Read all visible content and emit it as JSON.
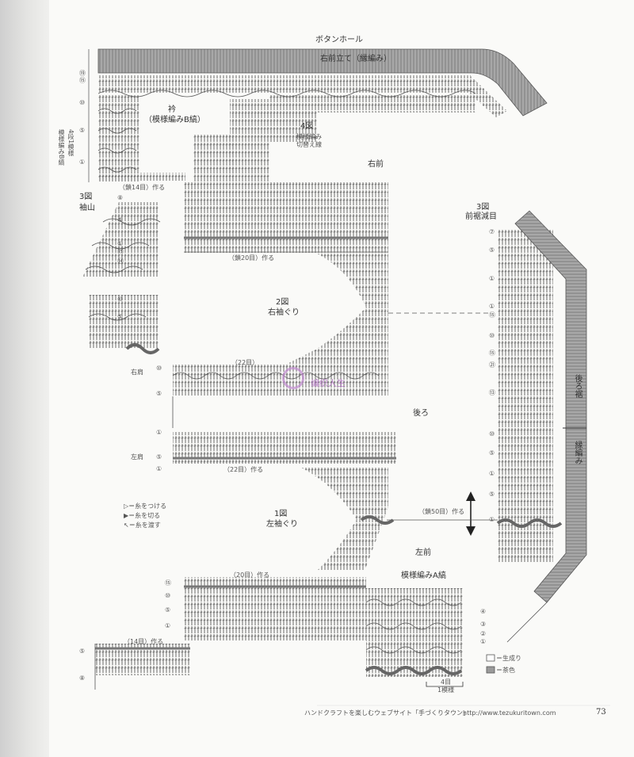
{
  "labels": {
    "buttonhole": "ボタンホール",
    "right_front_band": "右前立て（縁編み）",
    "collar": "衿",
    "collar_pattern": "（模様編みB縞）",
    "fig4": "4図",
    "fig4_note1": "模様編み",
    "fig4_note2": "切替え線",
    "right_front": "右前",
    "side_note_1": "4段1模様",
    "side_note_2": "模様編みB縞",
    "fig3_sleeve": "3図",
    "sleeve_cap": "袖山",
    "chain14_top": "（鎖14目）作る",
    "fig3_hem": "3図",
    "front_hem_dec": "前裾減目",
    "chain20": "（鎖20目）作る",
    "fig2": "2図",
    "right_armhole": "右袖ぐり",
    "right_shoulder": "右肩",
    "st22_top": "（22目）",
    "back": "後ろ",
    "back_hem": "後ろ裾",
    "edging": "縁編み",
    "left_shoulder": "左肩",
    "st22_make": "（22目）作る",
    "fig1": "1図",
    "left_armhole": "左袖ぐり",
    "chain50": "（鎖50目）作る",
    "left_front": "左前",
    "left_front_pattern": "模様編みA縞",
    "st20_make": "（20目）作る",
    "st14_make": "（14目）作る",
    "repeat_note_1": "4目",
    "repeat_note_2": "1模様",
    "watermark": "编织人生"
  },
  "legend_symbols": [
    {
      "glyph": "▷",
      "text": "＝糸をつける"
    },
    {
      "glyph": "▶",
      "text": "＝糸を切る"
    },
    {
      "glyph": "↖",
      "text": "＝糸を渡す"
    }
  ],
  "color_key": [
    {
      "label": "＝生成り",
      "color": "#ffffff"
    },
    {
      "label": "＝茶色",
      "color": "#9a9a9a"
    }
  ],
  "footer": {
    "site": "ハンドクラフトを楽しむウェブサイト「手づくりタウン」",
    "url": "http://www.tezukuritown.com",
    "page_number": "73"
  },
  "row_markers": {
    "collar_rows": [
      "⑲",
      "⑮",
      "⑩",
      "⑤",
      "①"
    ],
    "sleeve_rows": [
      "⑧",
      "⑤",
      "①",
      "⑮",
      "⑭",
      "⑩",
      "⑤"
    ],
    "back_left_rows": [
      "⑩",
      "⑤",
      "①",
      "⑤",
      "①"
    ],
    "back_right_rows": [
      "⑦",
      "⑤",
      "①",
      "①",
      "⑮",
      "⑩",
      "⑮",
      "㉑",
      "⑬",
      "⑩",
      "⑤",
      "①",
      "⑤",
      "①"
    ],
    "left_front_rows": [
      "⑮",
      "⑩",
      "⑤",
      "①",
      "④",
      "③",
      "②",
      "①",
      "⑤",
      "⑧"
    ]
  },
  "colors": {
    "ink": "#555555",
    "band_fill": "#a6a6a6",
    "watermark": "#b26fc4"
  }
}
